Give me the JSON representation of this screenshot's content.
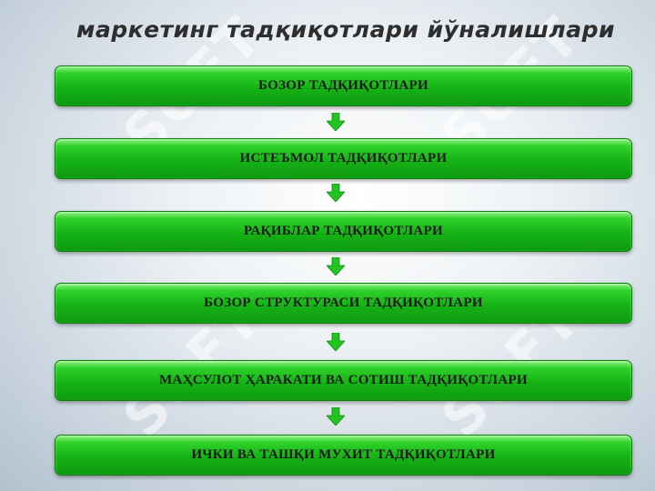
{
  "title": "маркетинг тадқиқотлари йўналишлари",
  "watermark": "SOFT",
  "steps": [
    "БОЗОР ТАДҚИҚОТЛАРИ",
    "ИСТЕЪМОЛ ТАДҚИҚОТЛАРИ",
    "РАҚИБЛАР ТАДҚИҚОТЛАРИ",
    "БОЗОР СТРУКТУРАСИ ТАДҚИҚОТЛАРИ",
    "МАҲСУЛОТ ҲАРАКАТИ ВА СОТИШ ТАДҚИҚОТЛАРИ",
    "ИЧКИ ВА ТАШҚИ МУХИТ ТАДҚИҚОТЛАРИ"
  ],
  "colors": {
    "box_green": "#15b315",
    "arrow_green": "#22c422",
    "text": "#1a1a1a"
  }
}
